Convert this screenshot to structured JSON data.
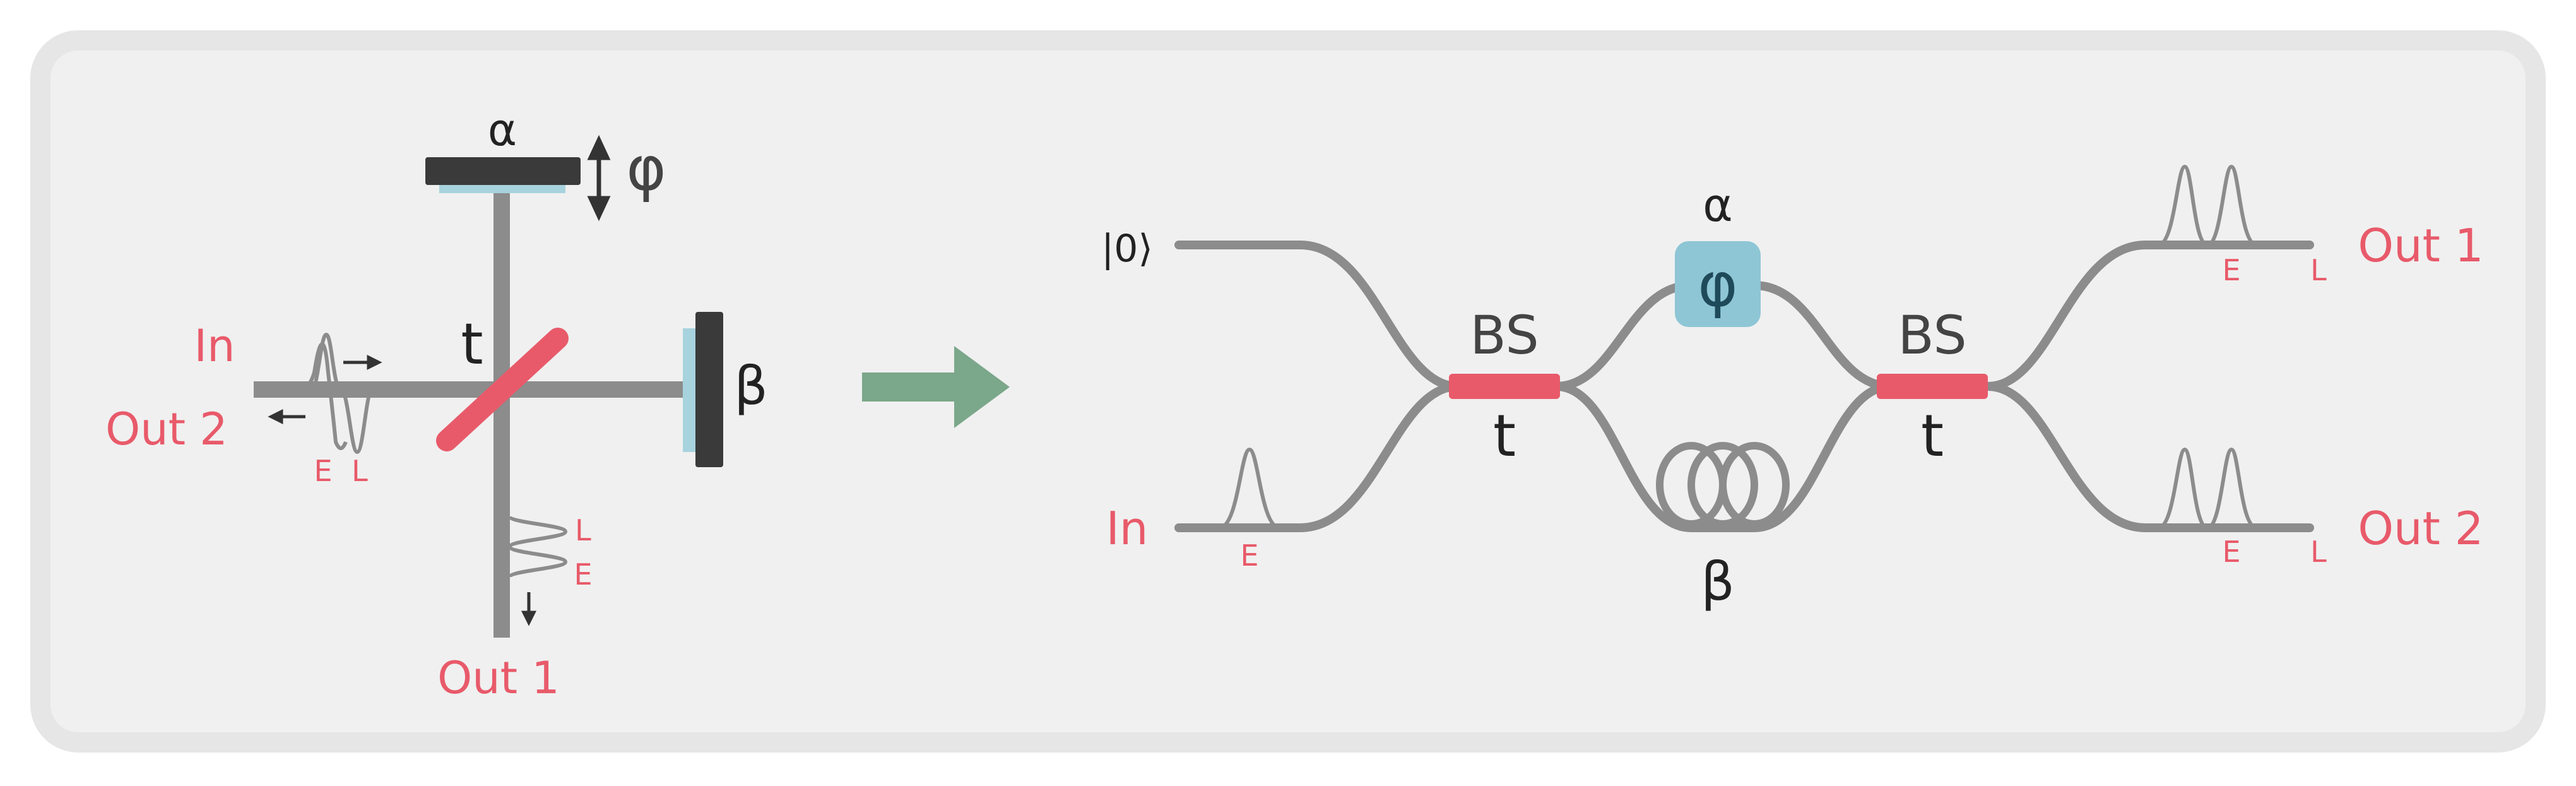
{
  "colors": {
    "frame_border": "#e6e6e6",
    "panel_bg": "#f0f0f0",
    "beam": "#8c8c8c",
    "splitter": "#e85a6a",
    "mirror": "#3a3a3a",
    "mirror_coating": "#a7d3de",
    "phase_box": "#8ec6d6",
    "arrow": "#7ba78a",
    "red_text": "#e85a6a",
    "dark_text": "#222222"
  },
  "left": {
    "alpha": "α",
    "phi": "φ",
    "t": "t",
    "beta": "β",
    "in": "In",
    "out2": "Out 2",
    "out1": "Out 1",
    "early_h": "E",
    "late_h": "L",
    "late_v": "L",
    "early_v": "E"
  },
  "right": {
    "ket0": "|0⟩",
    "in": "In",
    "alpha": "α",
    "phi": "φ",
    "beta": "β",
    "bs1": "BS",
    "bs2": "BS",
    "t1": "t",
    "t2": "t",
    "out1": "Out 1",
    "out2": "Out 2",
    "early_in": "E",
    "early_out1": "E",
    "late_out1": "L",
    "early_out2": "E",
    "late_out2": "L"
  }
}
